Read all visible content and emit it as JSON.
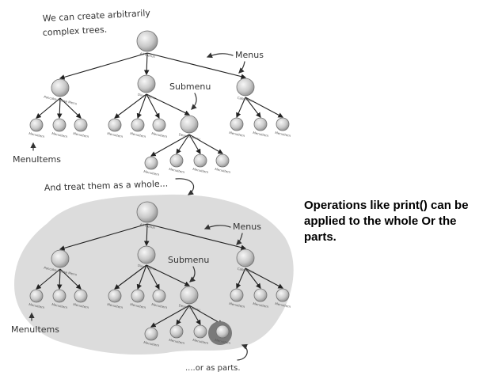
{
  "top_note": [
    "We can create arbitrarily",
    "complex trees."
  ],
  "menus_label": "Menus",
  "submenu_label": "Submenu",
  "menuitems_label": "MenuItems",
  "bridge_note": "And treat them as a whole...",
  "parts_note": "....or as parts.",
  "caption": "Operations like print() can be applied to the whole Or the parts.",
  "node_labels": {
    "all": "All Menus",
    "pancake": "Pancake House Menu",
    "diner": "Diner Menu",
    "cafe": "Cafe Menu",
    "dessert": "Dessert Menu",
    "item": "MenuItem"
  },
  "colors": {
    "node_light": "#eeeeee",
    "node_dark": "#8a8a8a",
    "blob": "#dcdcdc",
    "highlight": "#7a7a7a"
  }
}
